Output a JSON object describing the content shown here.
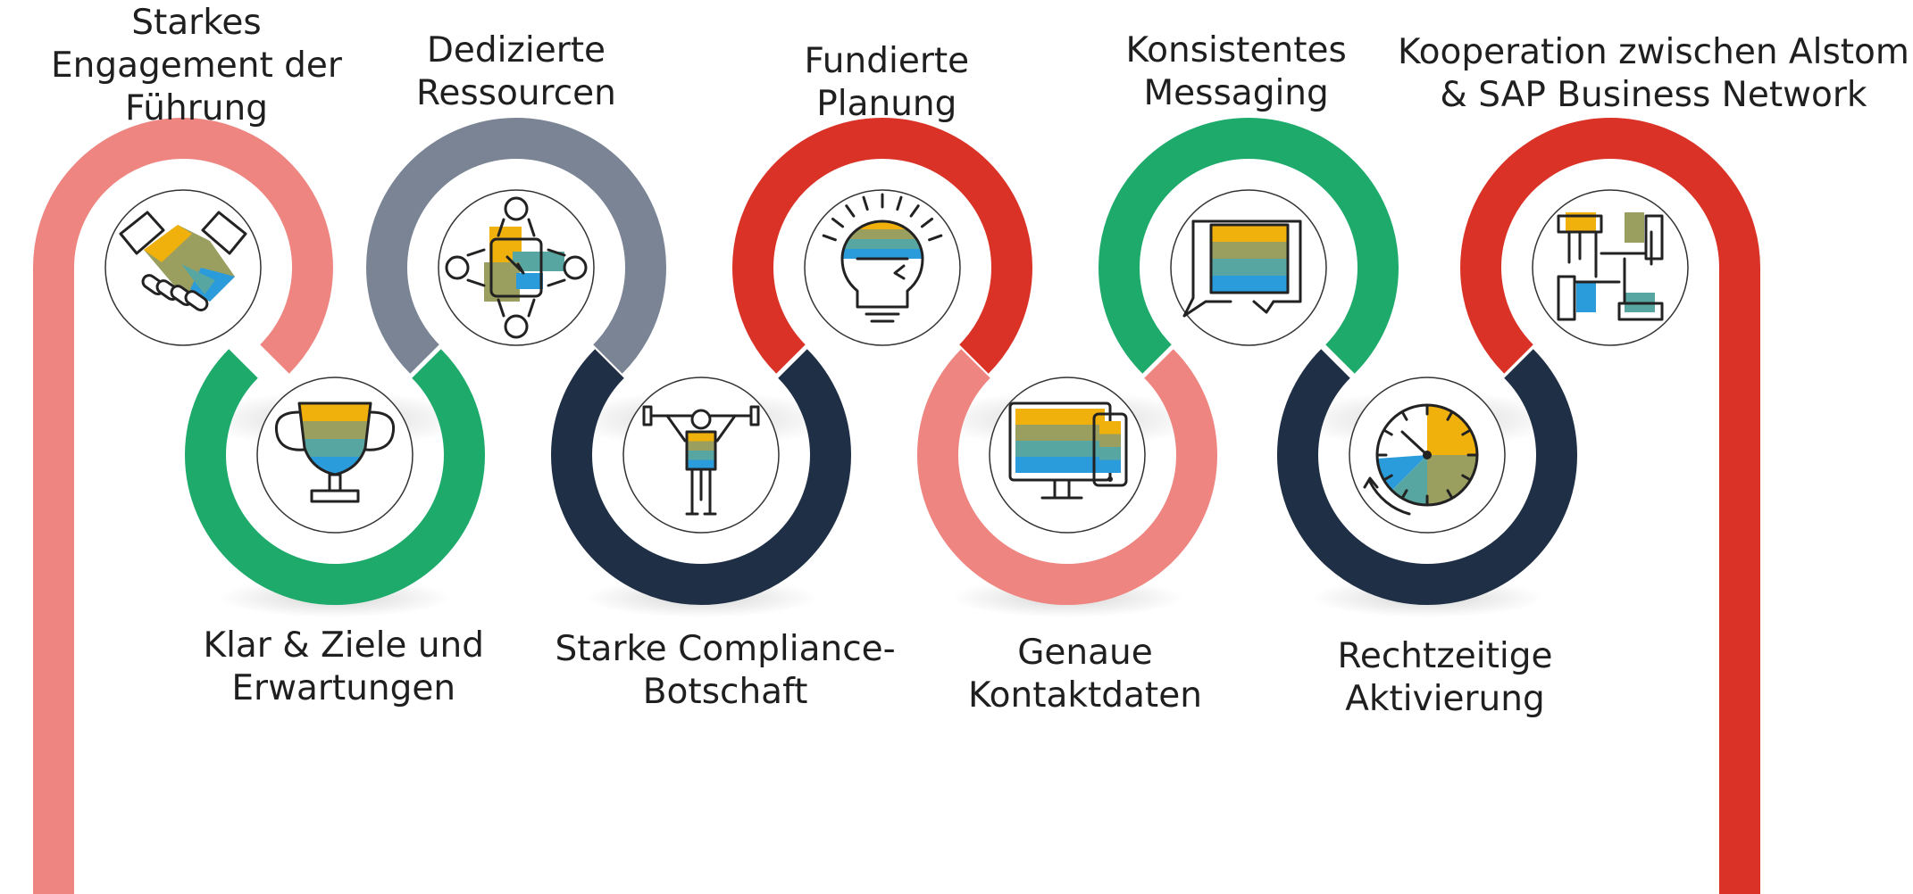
{
  "colors": {
    "salmon": "#EE8580",
    "green": "#1DAA6B",
    "gray": "#7A8494",
    "red": "#DA3226",
    "navy": "#1F2F45",
    "gold": "#F0B10D",
    "olive": "#9A9F60",
    "teal": "#58A6A1",
    "blue": "#2A9BDB",
    "ink": "#1f1f1f"
  },
  "steps": [
    {
      "id": "starkes-engagement",
      "lines": [
        "Starkes",
        "Engagement der",
        "Führung"
      ],
      "icon": "handshake-icon",
      "ring": "salmon"
    },
    {
      "id": "klar-ziele",
      "lines": [
        "Klar & Ziele und",
        "Erwartungen"
      ],
      "icon": "trophy-icon",
      "ring": "green"
    },
    {
      "id": "dedizierte-ressourcen",
      "lines": [
        "Dedizierte",
        "Ressourcen"
      ],
      "icon": "team-meeting-icon",
      "ring": "gray"
    },
    {
      "id": "starke-compliance",
      "lines": [
        "Starke Compliance-",
        "Botschaft"
      ],
      "icon": "weightlifter-icon",
      "ring": "navy"
    },
    {
      "id": "fundierte-planung",
      "lines": [
        "Fundierte",
        "Planung"
      ],
      "icon": "lightbulb-head-icon",
      "ring": "red"
    },
    {
      "id": "genaue-kontaktdaten",
      "lines": [
        "Genaue",
        "Kontaktdaten"
      ],
      "icon": "devices-icon",
      "ring": "salmon"
    },
    {
      "id": "konsistentes-messaging",
      "lines": [
        "Konsistentes",
        "Messaging"
      ],
      "icon": "chat-bubble-icon",
      "ring": "green"
    },
    {
      "id": "rechtzeitige-aktivierung",
      "lines": [
        "Rechtzeitige",
        "Aktivierung"
      ],
      "icon": "stopwatch-icon",
      "ring": "navy"
    },
    {
      "id": "kooperation",
      "lines": [
        "Kooperation zwischen Alstom",
        "& SAP Business Network"
      ],
      "icon": "joined-hands-icon",
      "ring": "red"
    }
  ]
}
